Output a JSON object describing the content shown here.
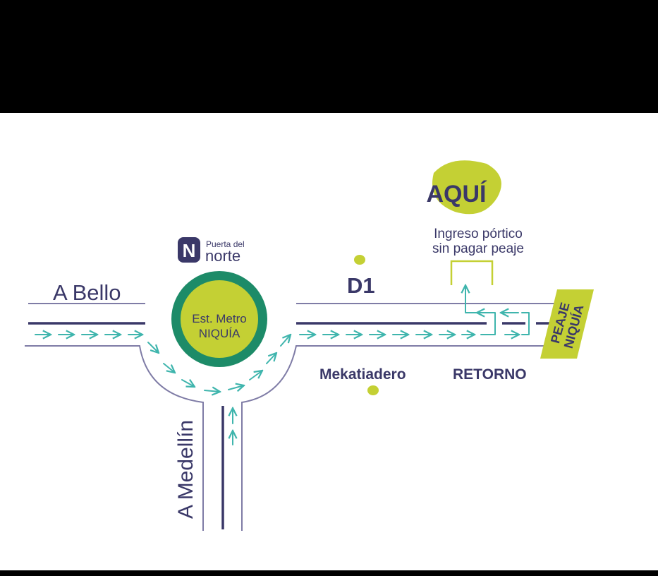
{
  "map": {
    "logo": {
      "line1": "Puerta del",
      "line2": "norte",
      "letter": "N"
    },
    "station": {
      "line1": "Est. Metro",
      "line2": "NIQUÍA"
    },
    "labels": {
      "a_bello": "A Bello",
      "a_medellin": "A Medellín",
      "d1": "D1",
      "mekatiadero": "Mekatiadero",
      "retorno": "RETORNO",
      "aqui": "AQUÍ",
      "ingreso_line1": "Ingreso pórtico",
      "ingreso_line2": "sin pagar peaje",
      "peaje_line1": "PEAJE",
      "peaje_line2": "NIQUÍA"
    },
    "colors": {
      "lime": "#c4d034",
      "ring": "#1d8b68",
      "purple": "#3a3868",
      "arrow": "#3fb5ad",
      "road": "#7f7ca6"
    }
  }
}
